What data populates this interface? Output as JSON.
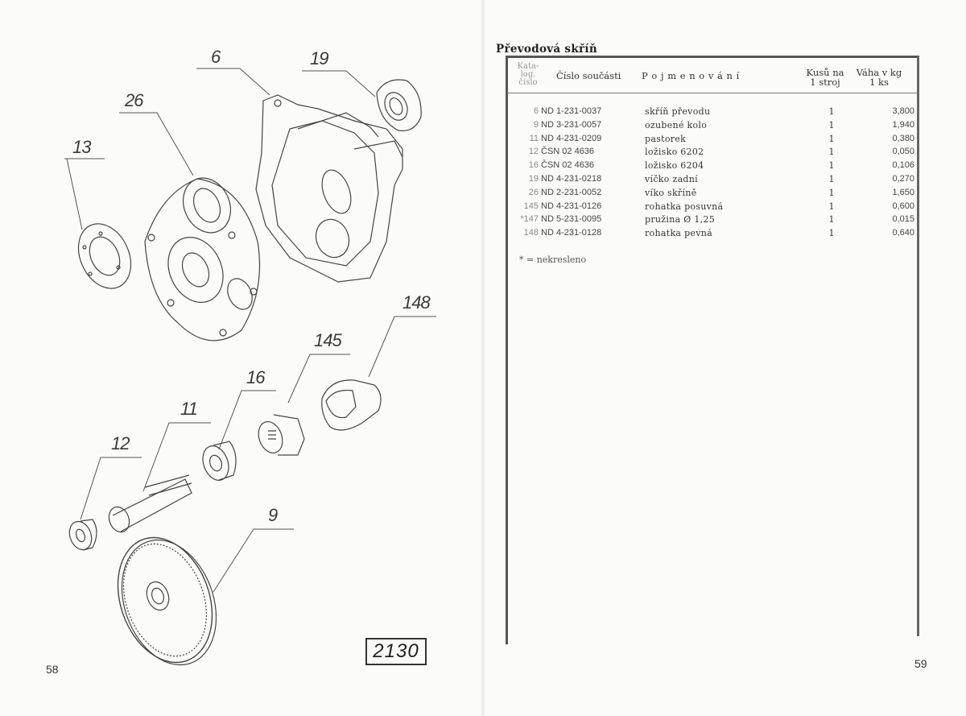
{
  "left_page": {
    "page_number": "58",
    "figure_code": "2130",
    "callouts": [
      "6",
      "19",
      "26",
      "13",
      "148",
      "145",
      "16",
      "11",
      "12",
      "9"
    ]
  },
  "right_page": {
    "page_number": "59",
    "section_title": "Převodová skříň",
    "table": {
      "headers": {
        "katalog": [
          "Kata-",
          "log.",
          "číslo"
        ],
        "cislo": "Číslo součásti",
        "nazev": "P o j m e n o v á n í",
        "kusu": [
          "Kusů na",
          "1 stroj"
        ],
        "vaha": [
          "Váha v kg",
          "1 ks"
        ]
      },
      "rows": [
        {
          "kat": "6",
          "cislo": "ND 1-231-0037",
          "nazev": "skříň převodu",
          "kusu": "1",
          "vaha": "3,800"
        },
        {
          "kat": "9",
          "cislo": "ND 3-231-0057",
          "nazev": "ozubené kolo",
          "kusu": "1",
          "vaha": "1,940"
        },
        {
          "kat": "11",
          "cislo": "ND 4-231-0209",
          "nazev": "pastorek",
          "kusu": "1",
          "vaha": "0,380"
        },
        {
          "kat": "12",
          "cislo": "ČSN 02 4636",
          "nazev": "ložisko 6202",
          "kusu": "1",
          "vaha": "0,050"
        },
        {
          "kat": "16",
          "cislo": "ČSN 02 4636",
          "nazev": "ložisko 6204",
          "kusu": "1",
          "vaha": "0,106"
        },
        {
          "kat": "19",
          "cislo": "ND 4-231-0218",
          "nazev": "víčko zadní",
          "kusu": "1",
          "vaha": "0,270"
        },
        {
          "kat": "26",
          "cislo": "ND 2-231-0052",
          "nazev": "víko skříně",
          "kusu": "1",
          "vaha": "1,650"
        },
        {
          "kat": "145",
          "cislo": "ND 4-231-0126",
          "nazev": "rohatka posuvná",
          "kusu": "1",
          "vaha": "0,600"
        },
        {
          "kat": "*147",
          "cislo": "ND 5-231-0095",
          "nazev": "pružina Ø 1,25",
          "kusu": "1",
          "vaha": "0,015"
        },
        {
          "kat": "148",
          "cislo": "ND 4-231-0128",
          "nazev": "rohatka pevná",
          "kusu": "1",
          "vaha": "0,640"
        }
      ],
      "footnote": "* = nekresleno"
    }
  }
}
